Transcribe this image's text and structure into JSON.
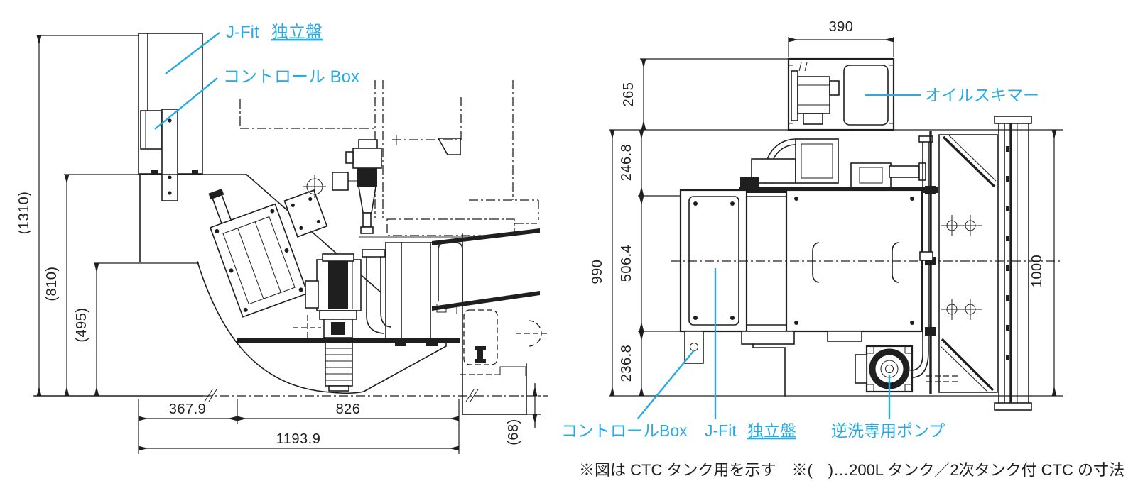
{
  "colors": {
    "accent": "#29abe2",
    "line": "#1f1f1f",
    "background": "#ffffff"
  },
  "left_view": {
    "title": "side-elevation-drawing",
    "callouts": {
      "jfit_prefix": "J-Fit",
      "jfit_name": "独立盤",
      "control_box": "コントロール Box"
    },
    "dimensions": {
      "height_total": "(1310)",
      "height_mid": "(810)",
      "height_low": "(495)",
      "width_left": "367.9",
      "width_right": "826",
      "width_total": "1193.9",
      "offset_right": "(68)"
    }
  },
  "right_view": {
    "title": "plan-view-drawing",
    "callouts": {
      "oil_skimmer": "オイルスキマー",
      "control_box": "コントロールBox",
      "jfit_prefix": "J-Fit",
      "jfit_name": "独立盤",
      "backwash_pump": "逆洗専用ポンプ"
    },
    "dimensions": {
      "skimmer_width": "390",
      "skimmer_height": "265",
      "top_section": "246.8",
      "height_total": "990",
      "mid_section": "506.4",
      "bottom_section": "236.8",
      "right_height": "1000"
    }
  },
  "footnote": {
    "text": "※図は CTC タンク用を示す　※(　)…200L タンク／2次タンク付 CTC の寸法"
  }
}
